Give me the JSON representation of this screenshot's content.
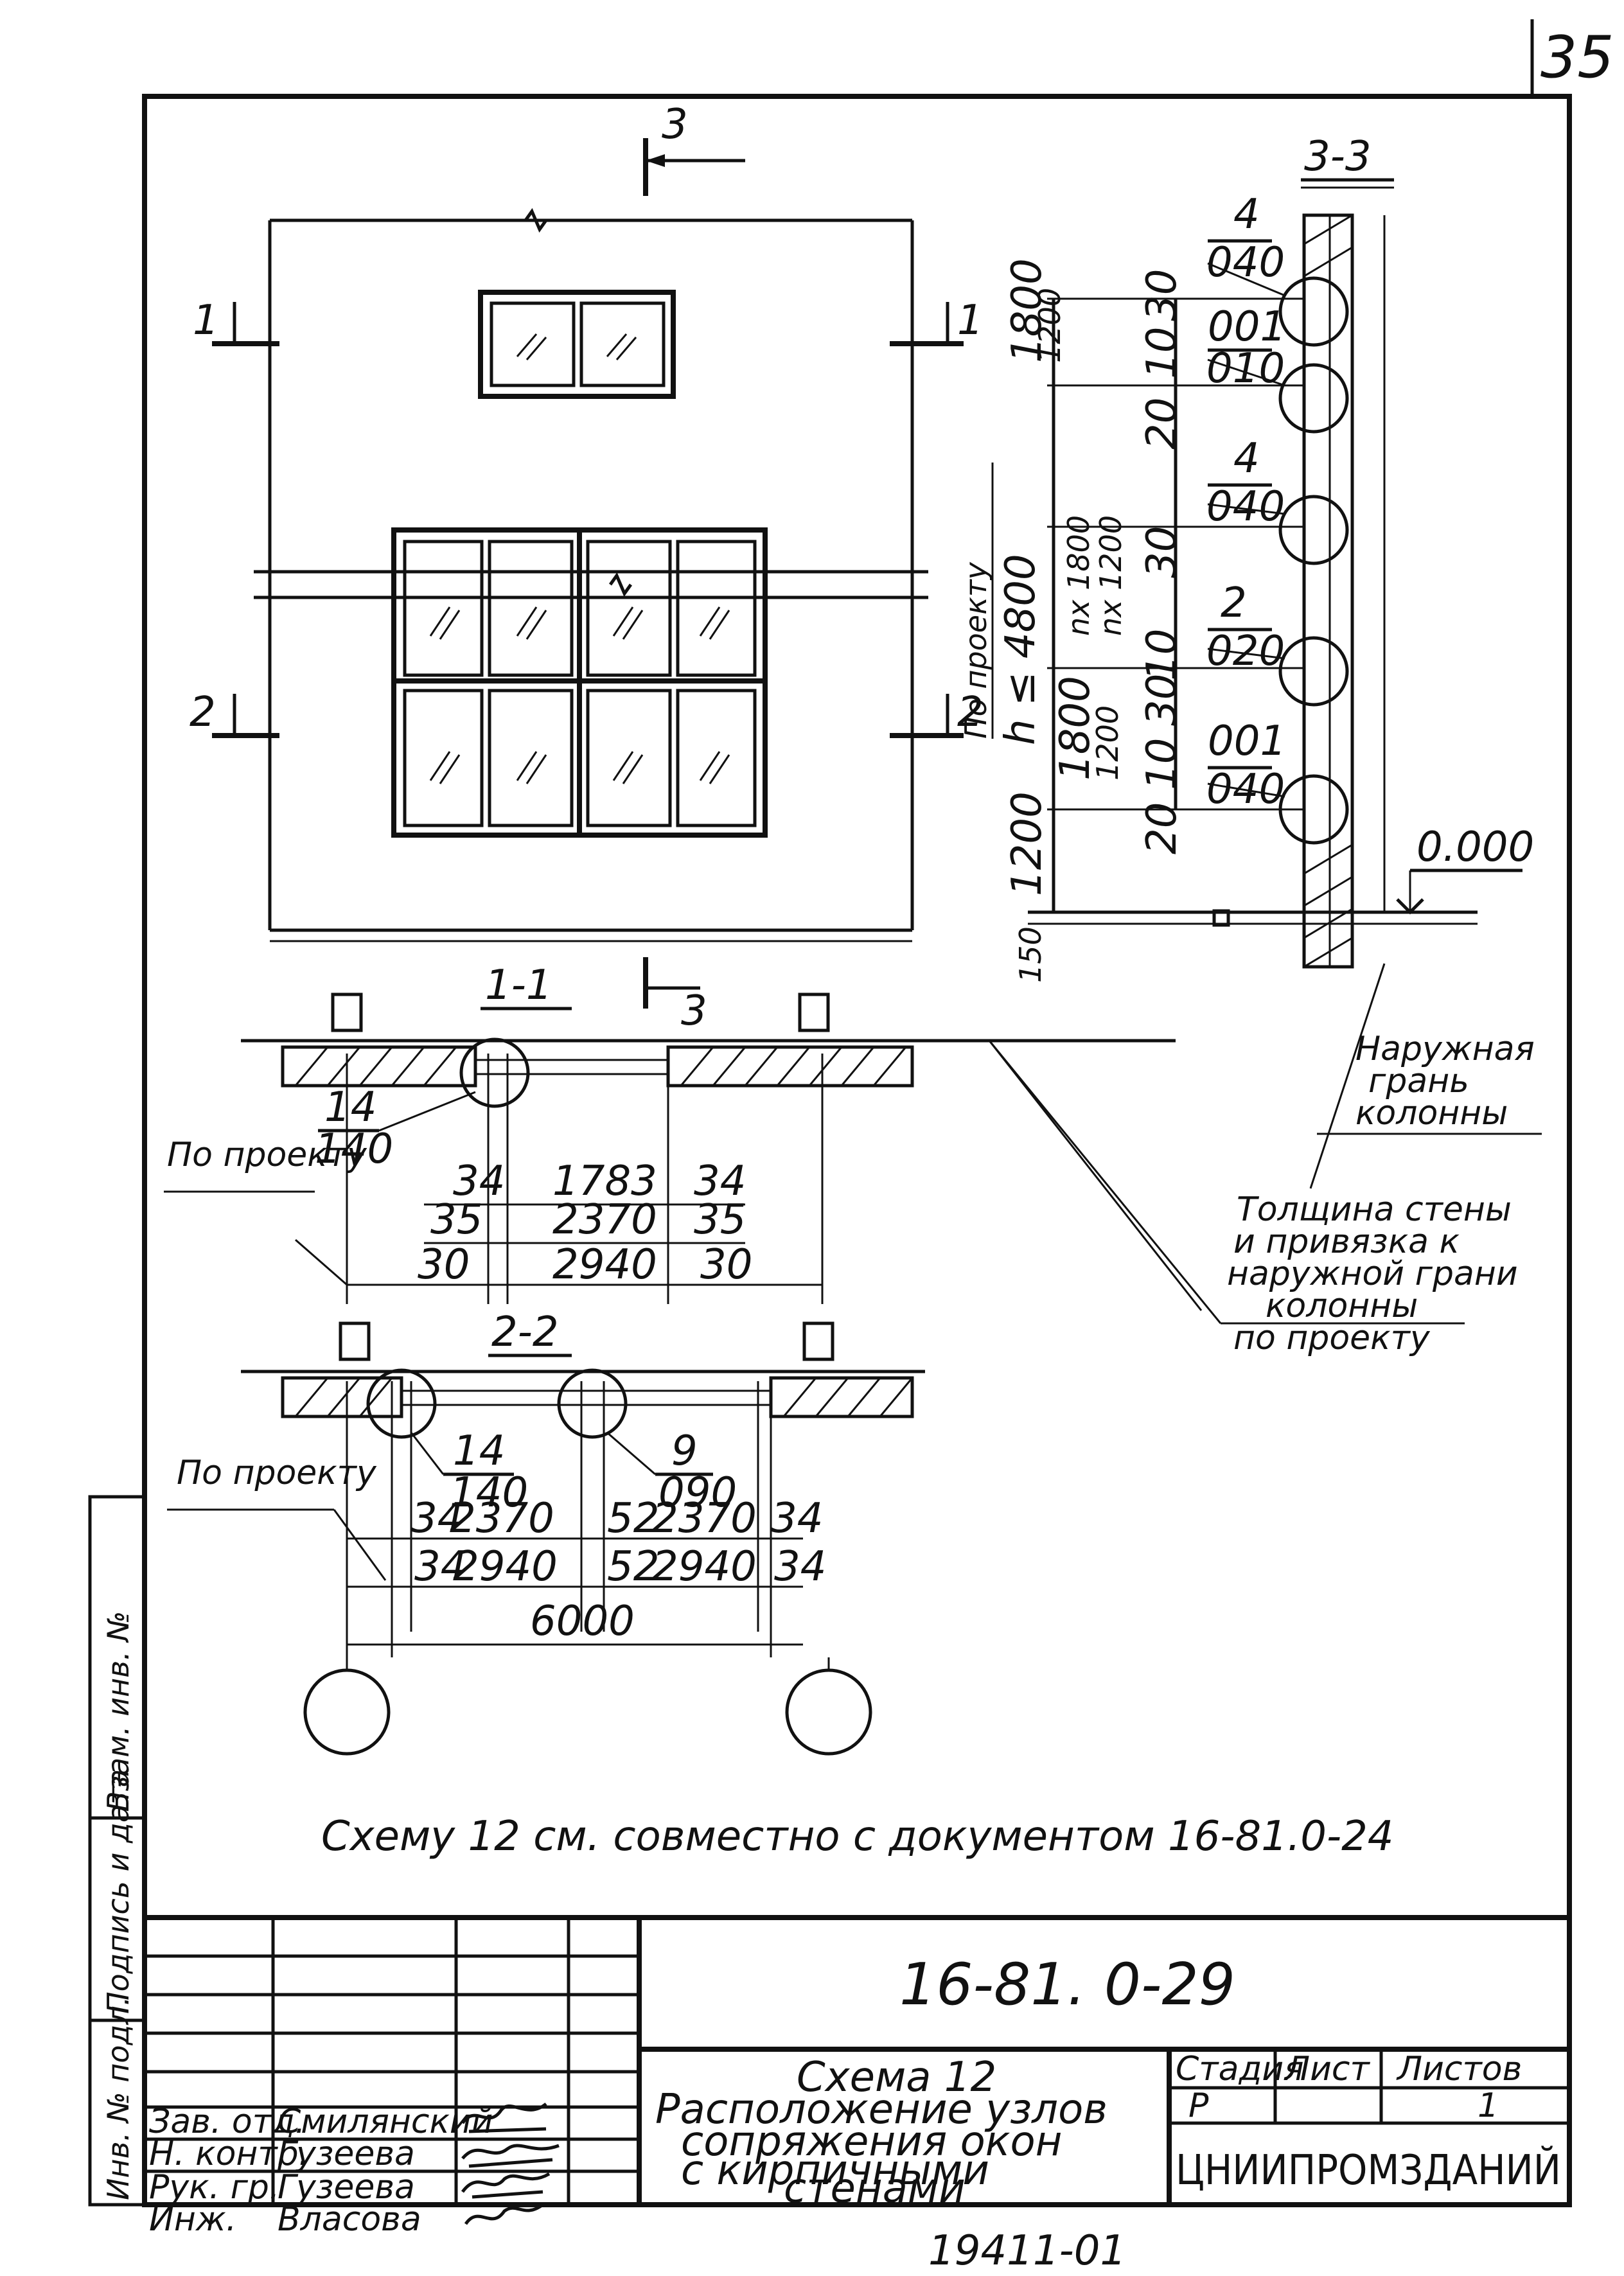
{
  "sheet_number": "35",
  "section_marks": {
    "s3": "3",
    "s3b": "3",
    "s1l": "1",
    "s1r": "1",
    "s2l": "2",
    "s2r": "2"
  },
  "titles": {
    "elev_3_3": "3-3",
    "sec_1_1": "1-1",
    "sec_2_2": "2-2"
  },
  "nodes": {
    "n1": {
      "num": "4",
      "den": "040"
    },
    "n2": {
      "num": "001",
      "den": "010"
    },
    "n3": {
      "num": "4",
      "den": "040"
    },
    "n4": {
      "num": "2",
      "den": "020"
    },
    "n5": {
      "num": "001",
      "den": "040"
    },
    "n6": {
      "num": "14",
      "den": "140"
    },
    "n7": {
      "num": "14",
      "den": "140"
    },
    "n8": {
      "num": "9",
      "den": "090"
    }
  },
  "elev_dims": {
    "d1800a": "1800",
    "d1200a": "1200",
    "po_proektu_v": "По проекту",
    "h_le": "h ≤ 4800",
    "nx1800": "nx 1800",
    "nx1200": "nx 1200",
    "d1800b": "1800",
    "d1200b": "1200",
    "d1200c": "1200",
    "d150": "150",
    "a30a": "30",
    "a10a": "10",
    "a20a": "20",
    "a30b": "30",
    "a10b": "10",
    "a30c": "30",
    "a10c": "10",
    "a20c": "20",
    "level": "0.000"
  },
  "sec11_dims": {
    "r1a": "34",
    "r1b": "1783",
    "r1c": "34",
    "r2a": "35",
    "r2b": "2370",
    "r2c": "35",
    "r3a": "30",
    "r3b": "2940",
    "r3c": "30",
    "po_proektu": "По проекту"
  },
  "sec22_dims": {
    "r1a": "34",
    "r1b": "2370",
    "r1c": "52",
    "r1d": "2370",
    "r1e": "34",
    "r2a": "34",
    "r2b": "2940",
    "r2c": "52",
    "r2d": "2940",
    "r2e": "34",
    "total": "6000",
    "po_proektu": "По проекту"
  },
  "notes": {
    "outer_face": [
      "Наружная",
      "грань",
      "колонны"
    ],
    "wall_thickness": [
      "Толщина стены",
      "и привязка к",
      "наружной грани",
      "колонны",
      "по проекту"
    ],
    "main_note": "Схему 12 см. совместно с документом 16-81.0-24"
  },
  "side_stamp": {
    "c1": "Инв. № подл.",
    "c2": "Подпись и дата",
    "c3": "Взам. инв. №"
  },
  "title_block": {
    "doc_code": "16-81. 0-29",
    "title": [
      "Схема 12",
      "Расположение узлов",
      "сопряжения окон",
      "с кирпичными",
      "стенами"
    ],
    "roles": [
      "Зав. отд.",
      "Н. контр.",
      "Рук. гр.",
      "Инж."
    ],
    "names": [
      "Смилянский",
      "Гузеева",
      "Гузеева",
      "Власова"
    ],
    "stage_h": "Стадия",
    "sheet_h": "Лист",
    "sheets_h": "Листов",
    "stage": "Р",
    "sheet": "",
    "sheets": "1",
    "org": "ЦНИИПРОМЗДАНИЙ"
  },
  "inventory": "19411-01"
}
